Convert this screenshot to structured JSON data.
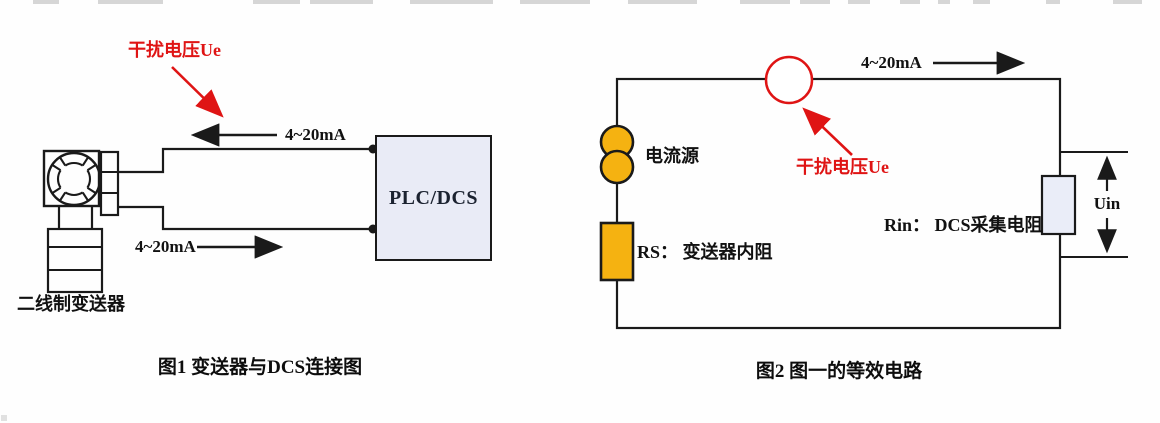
{
  "figure1": {
    "caption": "图1 变送器与DCS连接图",
    "interference_label": "干扰电压Ue",
    "current_label_top": "4~20mA",
    "current_label_bottom": "4~20mA",
    "transmitter_label": "二线制变送器",
    "plc_box_label": "PLC/DCS"
  },
  "figure2": {
    "caption": "图2 图一的等效电路",
    "current_label": "4~20mA",
    "interference_label": "干扰电压Ue",
    "current_source_label": "电流源",
    "rs_label": "RS： 变送器内阻",
    "rin_label": "Rin： DCS采集电阻",
    "uin_label": "Uin"
  },
  "icons": {
    "transmitter": "transmitter-symbol-icon",
    "current_source": "current-source-icon",
    "interference_source": "interference-voltage-circle-icon"
  },
  "colors": {
    "line": "#1a1a1a",
    "red": "#df1414",
    "orange": "#f5b211",
    "box_fill": "#e9ebf6",
    "resistor_fill": "#eaedf8"
  }
}
